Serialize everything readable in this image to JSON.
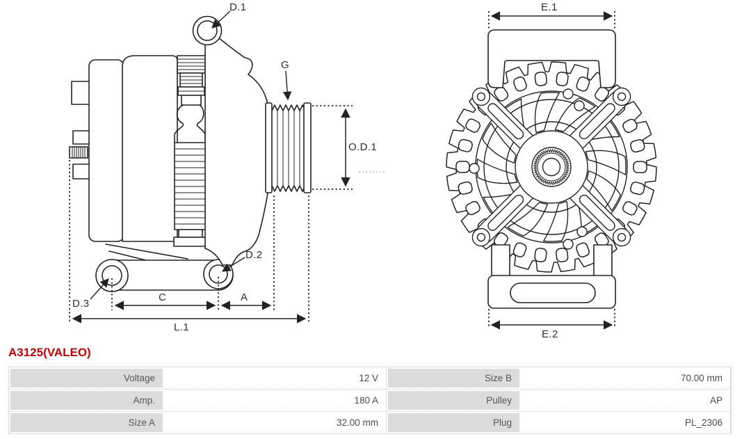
{
  "part_header": {
    "part_number": "A3125(VALEO)"
  },
  "colors": {
    "part_number": "#cc0000",
    "line": "#222222",
    "table_label_bg": "#dcdcdc",
    "table_border": "#bdbdbd"
  },
  "diagram": {
    "description": "alternator technical drawing, side view and front view",
    "dimension_labels": {
      "d1": "D.1",
      "g": "G",
      "od1": "O.D.1",
      "d2": "D.2",
      "d3": "D.3",
      "c": "C",
      "a": "A",
      "l1": "L.1",
      "e1": "E.1",
      "e2": "E.2"
    }
  },
  "spec_table": {
    "rows": [
      {
        "label1": "Voltage",
        "value1": "12 V",
        "label2": "Size B",
        "value2": "70.00 mm"
      },
      {
        "label1": "Amp.",
        "value1": "180 A",
        "label2": "Pulley",
        "value2": "AP"
      },
      {
        "label1": "Size A",
        "value1": "32.00 mm",
        "label2": "Plug",
        "value2": "PL_2306"
      }
    ]
  }
}
